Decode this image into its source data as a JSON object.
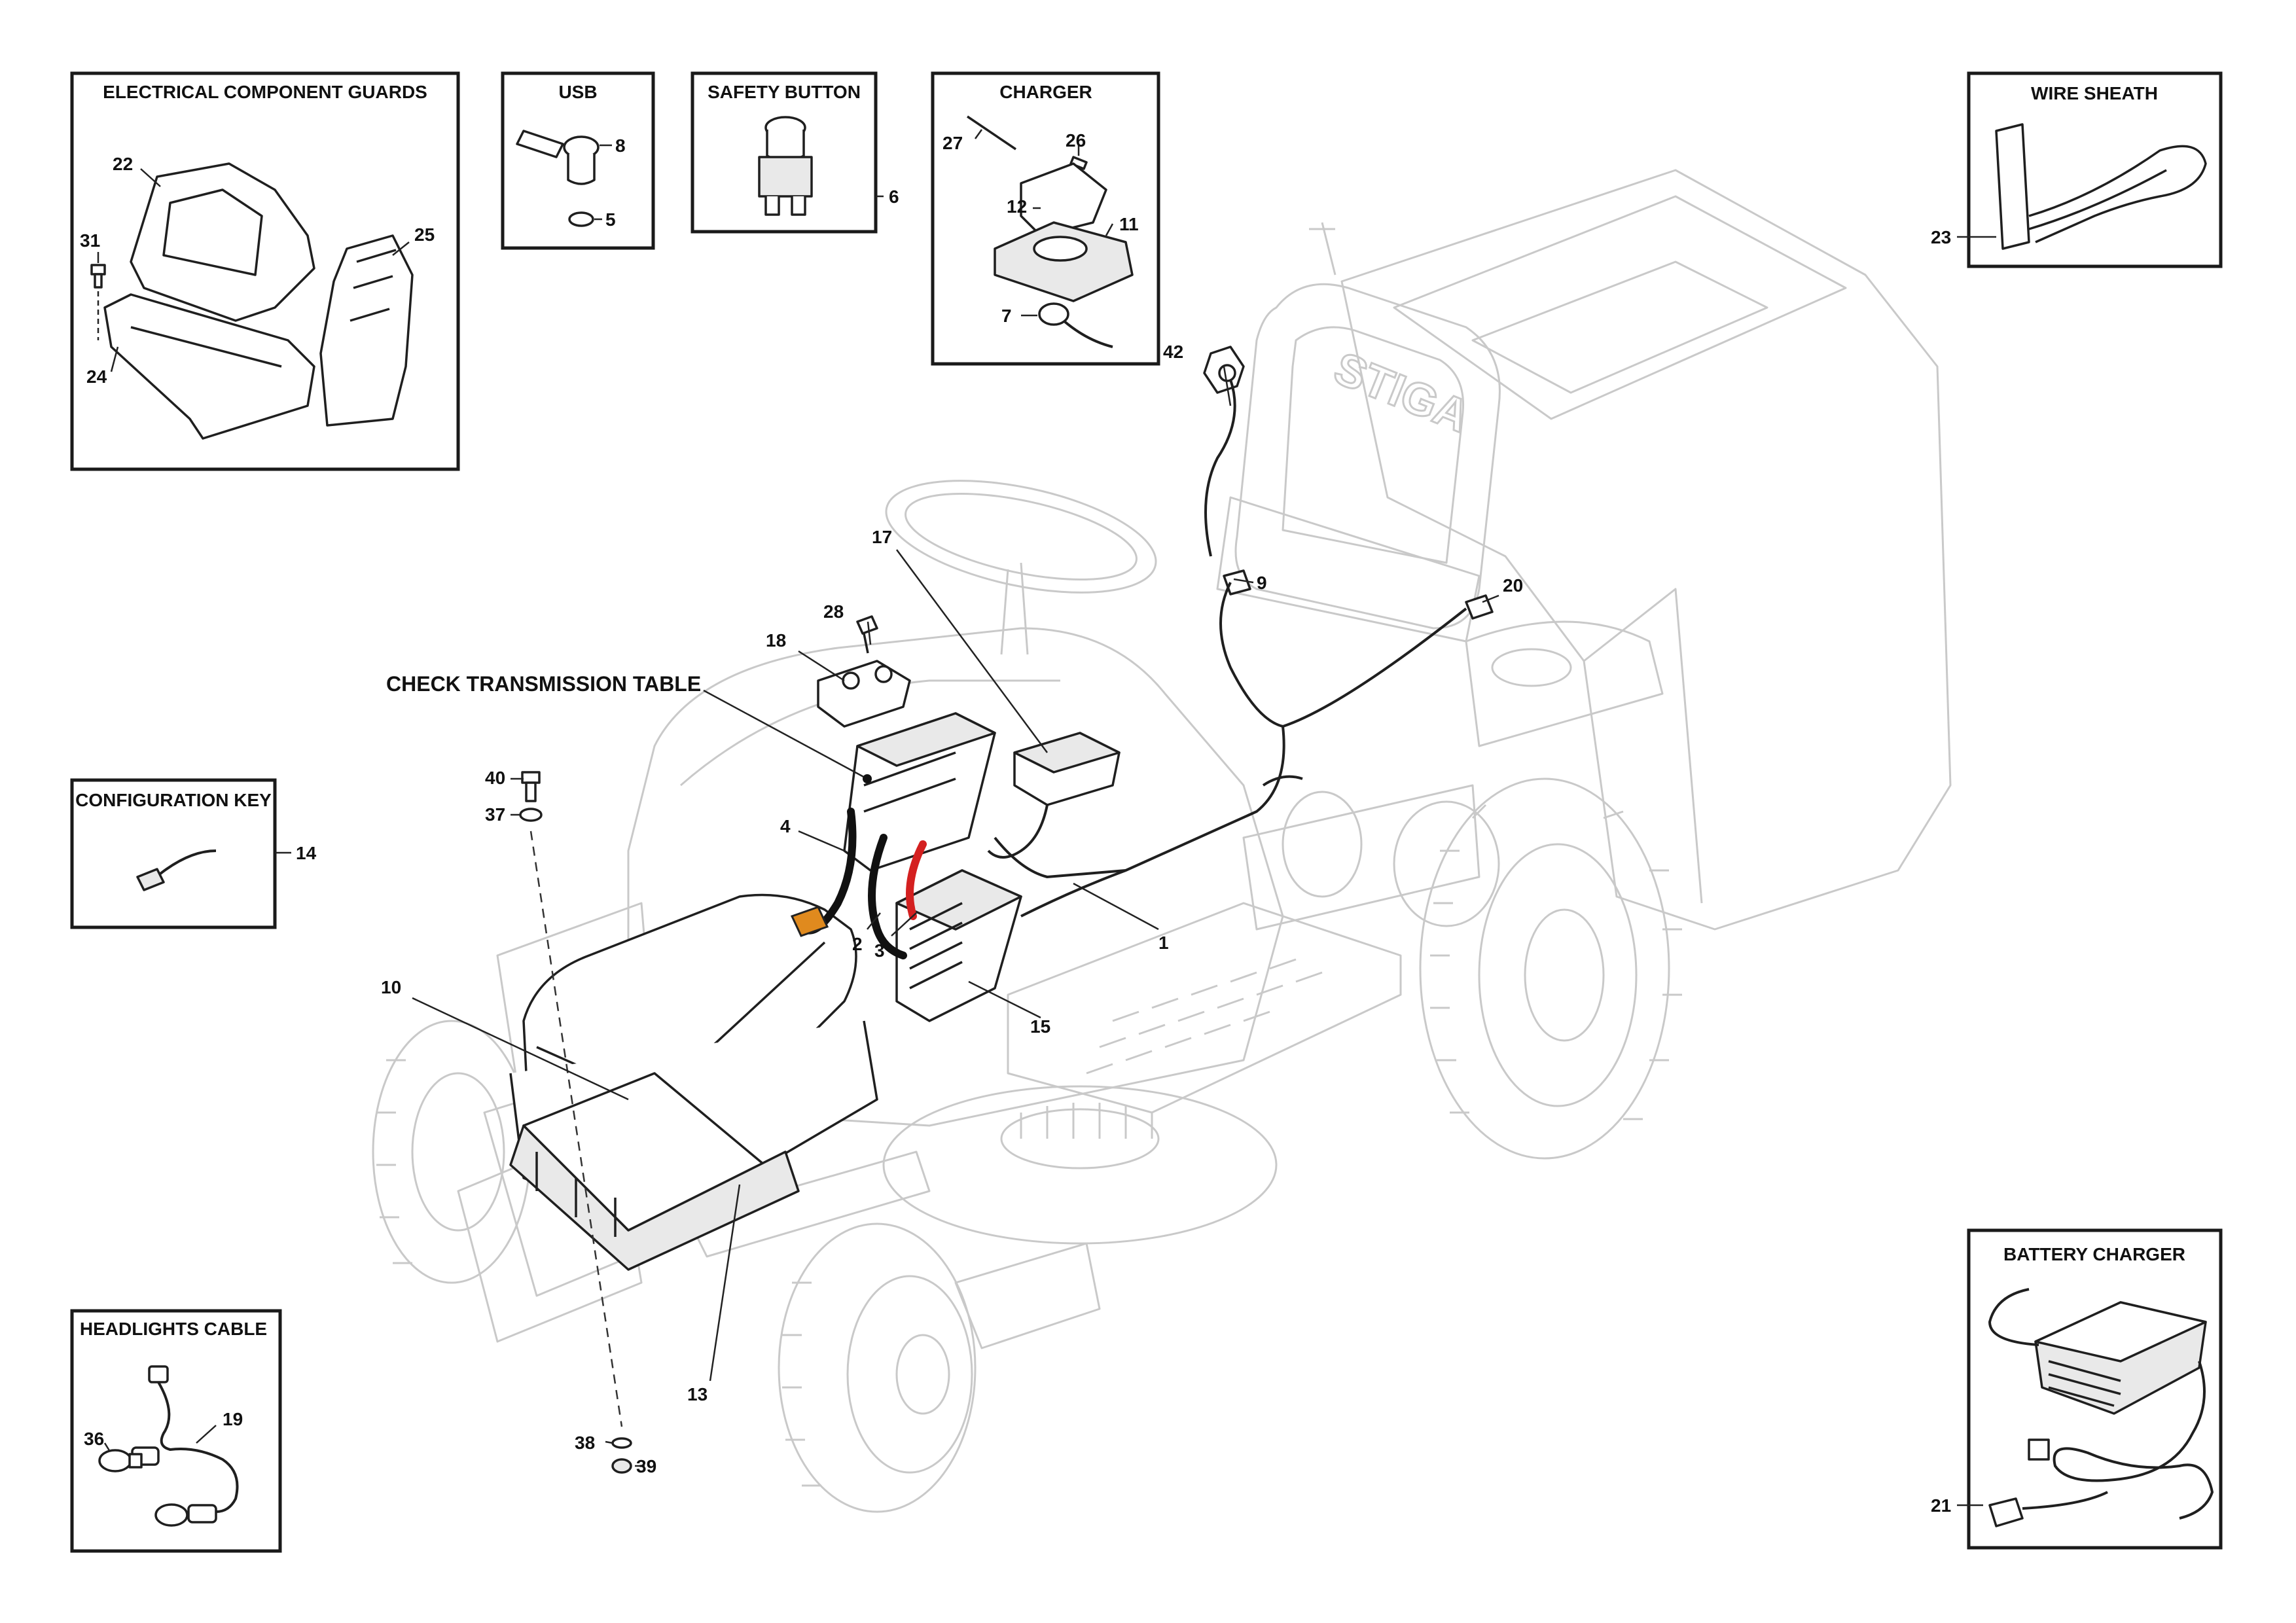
{
  "boxes": {
    "guards": {
      "title": "ELECTRICAL COMPONENT GUARDS",
      "labels": [
        "22",
        "31",
        "24",
        "25"
      ]
    },
    "usb": {
      "title": "USB",
      "labels": [
        "8",
        "5"
      ]
    },
    "safety": {
      "title": "SAFETY BUTTON",
      "labels": [
        "6"
      ]
    },
    "charger": {
      "title": "CHARGER",
      "labels": [
        "27",
        "26",
        "12",
        "11",
        "7"
      ]
    },
    "wire_sheath": {
      "title": "WIRE SHEATH",
      "labels": [
        "23"
      ]
    },
    "config_key": {
      "title": "CONFIGURATION KEY",
      "labels": [
        "14"
      ]
    },
    "headlights": {
      "title": "HEADLIGHTS CABLE",
      "labels": [
        "36",
        "19"
      ]
    },
    "battery_charger": {
      "title": "BATTERY CHARGER",
      "labels": [
        "21"
      ]
    }
  },
  "note": "CHECK TRANSMISSION TABLE",
  "brand": "STIGA",
  "callouts": [
    "42",
    "17",
    "9",
    "20",
    "28",
    "18",
    "40",
    "37",
    "4",
    "2",
    "3",
    "1",
    "15",
    "10",
    "13",
    "38",
    "39"
  ],
  "colors": {
    "connector_orange": "#e08a1e",
    "cable_red": "#d42020",
    "outline": "#1a1a1a",
    "ghost": "#c9c9c9"
  }
}
